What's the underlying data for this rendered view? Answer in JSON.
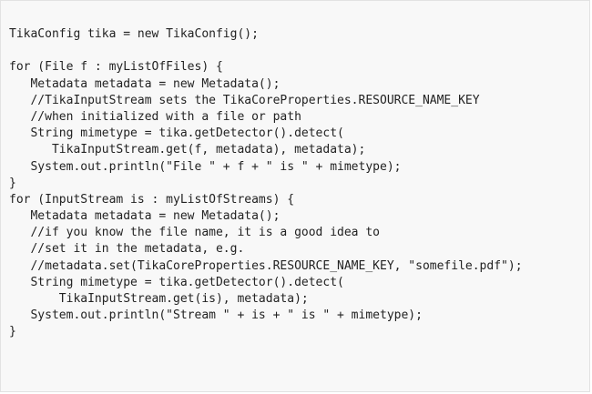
{
  "code": {
    "lines": [
      "",
      "TikaConfig tika = new TikaConfig();",
      "",
      "for (File f : myListOfFiles) {",
      "   Metadata metadata = new Metadata();",
      "   //TikaInputStream sets the TikaCoreProperties.RESOURCE_NAME_KEY",
      "   //when initialized with a file or path",
      "   String mimetype = tika.getDetector().detect(",
      "      TikaInputStream.get(f, metadata), metadata);",
      "   System.out.println(\"File \" + f + \" is \" + mimetype);",
      "}",
      "for (InputStream is : myListOfStreams) {",
      "   Metadata metadata = new Metadata();",
      "   //if you know the file name, it is a good idea to",
      "   //set it in the metadata, e.g.",
      "   //metadata.set(TikaCoreProperties.RESOURCE_NAME_KEY, \"somefile.pdf\");",
      "   String mimetype = tika.getDetector().detect(",
      "       TikaInputStream.get(is), metadata);",
      "   System.out.println(\"Stream \" + is + \" is \" + mimetype);",
      "}"
    ]
  }
}
